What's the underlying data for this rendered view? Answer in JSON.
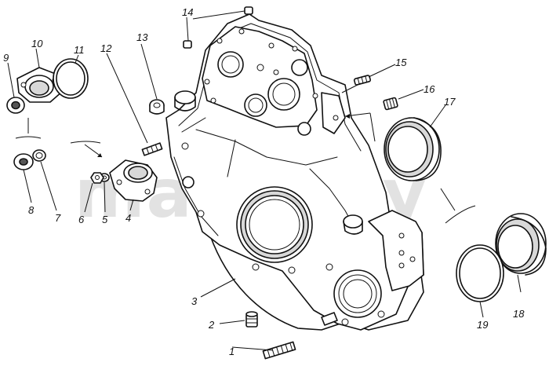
{
  "diagram": {
    "watermark": "mazik.by",
    "callouts": [
      {
        "id": "1",
        "label": "1"
      },
      {
        "id": "2",
        "label": "2"
      },
      {
        "id": "3",
        "label": "3"
      },
      {
        "id": "4",
        "label": "4"
      },
      {
        "id": "5",
        "label": "5"
      },
      {
        "id": "6",
        "label": "6"
      },
      {
        "id": "7",
        "label": "7"
      },
      {
        "id": "8",
        "label": "8"
      },
      {
        "id": "9",
        "label": "9"
      },
      {
        "id": "10",
        "label": "10"
      },
      {
        "id": "11",
        "label": "11"
      },
      {
        "id": "12",
        "label": "12"
      },
      {
        "id": "13",
        "label": "13"
      },
      {
        "id": "14",
        "label": "14"
      },
      {
        "id": "15",
        "label": "15"
      },
      {
        "id": "16",
        "label": "16"
      },
      {
        "id": "17",
        "label": "17"
      },
      {
        "id": "18",
        "label": "18"
      },
      {
        "id": "19",
        "label": "19"
      }
    ]
  }
}
